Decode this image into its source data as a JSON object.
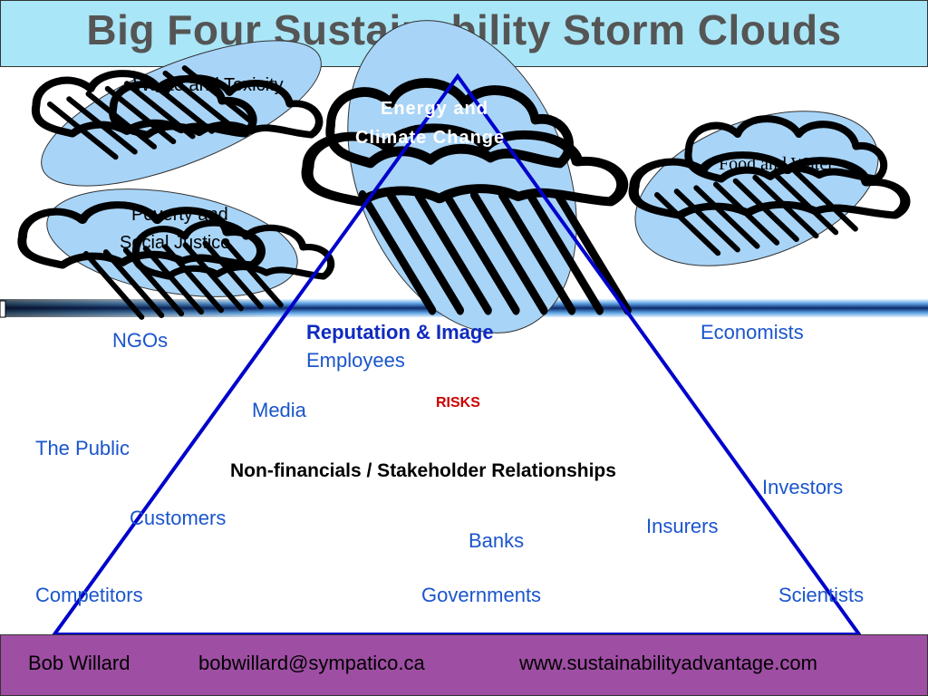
{
  "title": "Big Four Sustainability Storm Clouds",
  "clouds": {
    "waste": "Waste and Toxicity",
    "poverty_1": "Poverty and",
    "poverty_2": "Social Justice",
    "energy_1": "Energy and",
    "energy_2": "Climate Change",
    "food": "Food and Water"
  },
  "triangle": {
    "reputation": "Reputation & Image",
    "employees": "Employees",
    "risks": "RISKS",
    "center": "Non-financials / Stakeholder Relationships",
    "media": "Media",
    "banks": "Banks",
    "insurers": "Insurers",
    "governments": "Governments"
  },
  "stakeholders": {
    "ngos": "NGOs",
    "economists": "Economists",
    "public": "The Public",
    "investors": "Investors",
    "customers": "Customers",
    "competitors": "Competitors",
    "scientists": "Scientists"
  },
  "footer": {
    "name": "Bob Willard",
    "email": "bobwillard@sympatico.ca",
    "website": "www.sustainabilityadvantage.com"
  },
  "colors": {
    "title_bar": "#a9e6f8",
    "cloud_fill": "#a8d4f7",
    "triangle": "#0000cc",
    "stakeholder_text": "#1a55cc",
    "risks": "#cc0000",
    "footer": "#9e4ea3"
  }
}
